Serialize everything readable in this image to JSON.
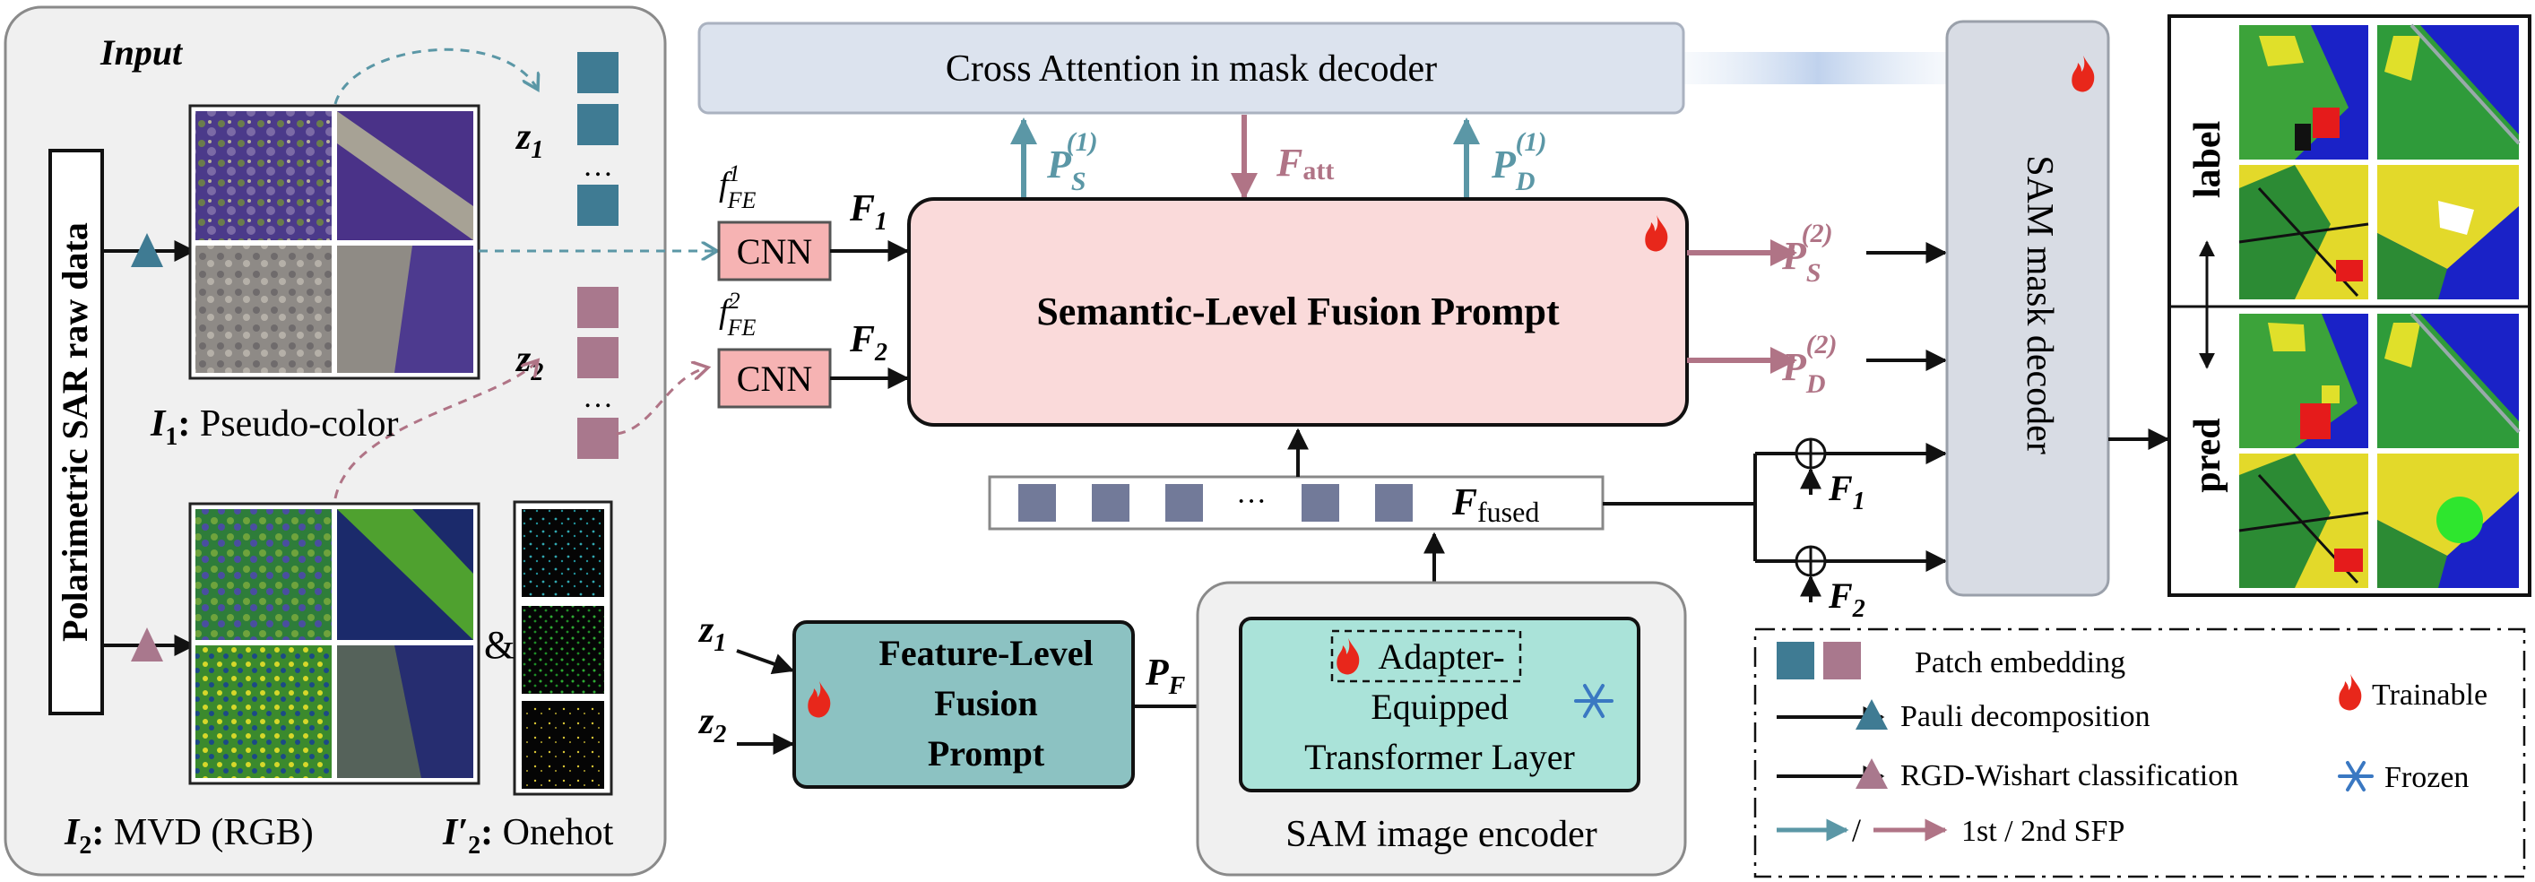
{
  "input_panel": {
    "title": "Input",
    "raw_data_label": "Polarimetric SAR raw data",
    "i1_label": "Pseudo-color",
    "i2_label": "MVD (RGB)",
    "i2p_label": "Onehot",
    "z1": "z",
    "z1_sub": "1",
    "z2": "z",
    "z2_sub": "2",
    "dots": "…",
    "ampersand": "&"
  },
  "cross_attention": {
    "label": "Cross Attention in mask decoder"
  },
  "fuse_blocks": {
    "cnn1": "CNN",
    "cnn2": "CNN",
    "f_fe": "f",
    "f_fe_sub": "FE",
    "f_fe1_sup": "1",
    "f_fe2_sup": "2",
    "F": "F",
    "F1_sub": "1",
    "F2_sub": "2"
  },
  "semantic_block": {
    "label": "Semantic-Level Fusion Prompt"
  },
  "prompts": {
    "P": "P",
    "S": "S",
    "D": "D",
    "sup1": "(1)",
    "sup2": "(2)",
    "F_att": "F",
    "att": "att",
    "PF": "P",
    "PF_sub": "F"
  },
  "fused_strip": {
    "dots": "···",
    "label": "F",
    "sub": "fused"
  },
  "feature_block": {
    "line1": "Feature-Level",
    "line2": "Fusion",
    "line3": "Prompt"
  },
  "encoder": {
    "adapter_line1": "Adapter-",
    "adapter_line2": "Equipped",
    "adapter_line3": "Transformer Layer",
    "caption": "SAM image encoder"
  },
  "decoder": {
    "label": "SAM mask decoder"
  },
  "output_panel": {
    "label_top": "label",
    "label_bottom": "pred"
  },
  "legend": {
    "patch_embedding": "Patch embedding",
    "pauli": "Pauli decomposition",
    "wishart": "RGD-Wishart classification",
    "sfp": "1st / 2nd SFP",
    "slash": "/",
    "trainable": "Trainable",
    "frozen": "Frozen"
  },
  "colors": {
    "teal_arrow": "#5b97a6",
    "mauve_arrow": "#b07486",
    "patch_blue": "#3f7b93",
    "patch_pink": "#a9788d",
    "semantic_fill": "#fadada",
    "cnn_fill": "#f6b3b3",
    "feature_fill": "#8cc2c2",
    "encoder_fill": "#aae3d9",
    "fused_patch": "#727a99",
    "flame": "#e8271b",
    "snow": "#3a78c2"
  }
}
